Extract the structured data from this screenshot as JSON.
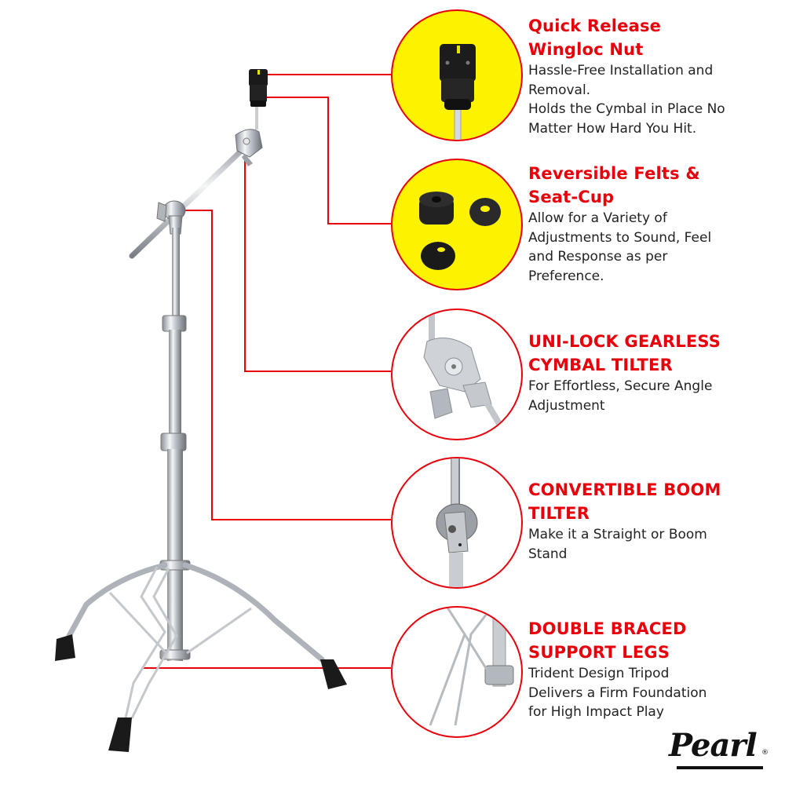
{
  "brand": {
    "name": "Pearl",
    "registered_mark": "®"
  },
  "colors": {
    "accent_red": "#e8000b",
    "callout_yellow": "#fdf200",
    "text_dark": "#222222"
  },
  "features": [
    {
      "title_line1": "Quick Release",
      "title_line2": "Wingloc Nut",
      "description_lines": [
        "Hassle-Free Installation and",
        "Removal.",
        "Holds the Cymbal in Place No",
        "Matter How Hard You Hit."
      ],
      "image": "wingloc-nut",
      "circle_bg": "yellow"
    },
    {
      "title_line1": "Reversible Felts &",
      "title_line2": "Seat-Cup",
      "description_lines": [
        "Allow for a Variety of",
        "Adjustments to Sound, Feel",
        "and Response as per",
        "Preference."
      ],
      "image": "felts-and-seat-cup",
      "circle_bg": "yellow"
    },
    {
      "title_line1": "UNI-LOCK GEARLESS",
      "title_line2": "CYMBAL TILTER",
      "description_lines": [
        "For Effortless, Secure Angle",
        "Adjustment"
      ],
      "image": "gearless-tilter",
      "circle_bg": "white"
    },
    {
      "title_line1": "CONVERTIBLE BOOM",
      "title_line2": "TILTER",
      "description_lines": [
        "Make it a Straight or Boom",
        "Stand"
      ],
      "image": "boom-tilter",
      "circle_bg": "white"
    },
    {
      "title_line1": "DOUBLE BRACED",
      "title_line2": "SUPPORT LEGS",
      "description_lines": [
        "Trident Design Tripod",
        "Delivers a Firm Foundation",
        "for High Impact Play"
      ],
      "image": "braced-legs",
      "circle_bg": "white"
    }
  ]
}
